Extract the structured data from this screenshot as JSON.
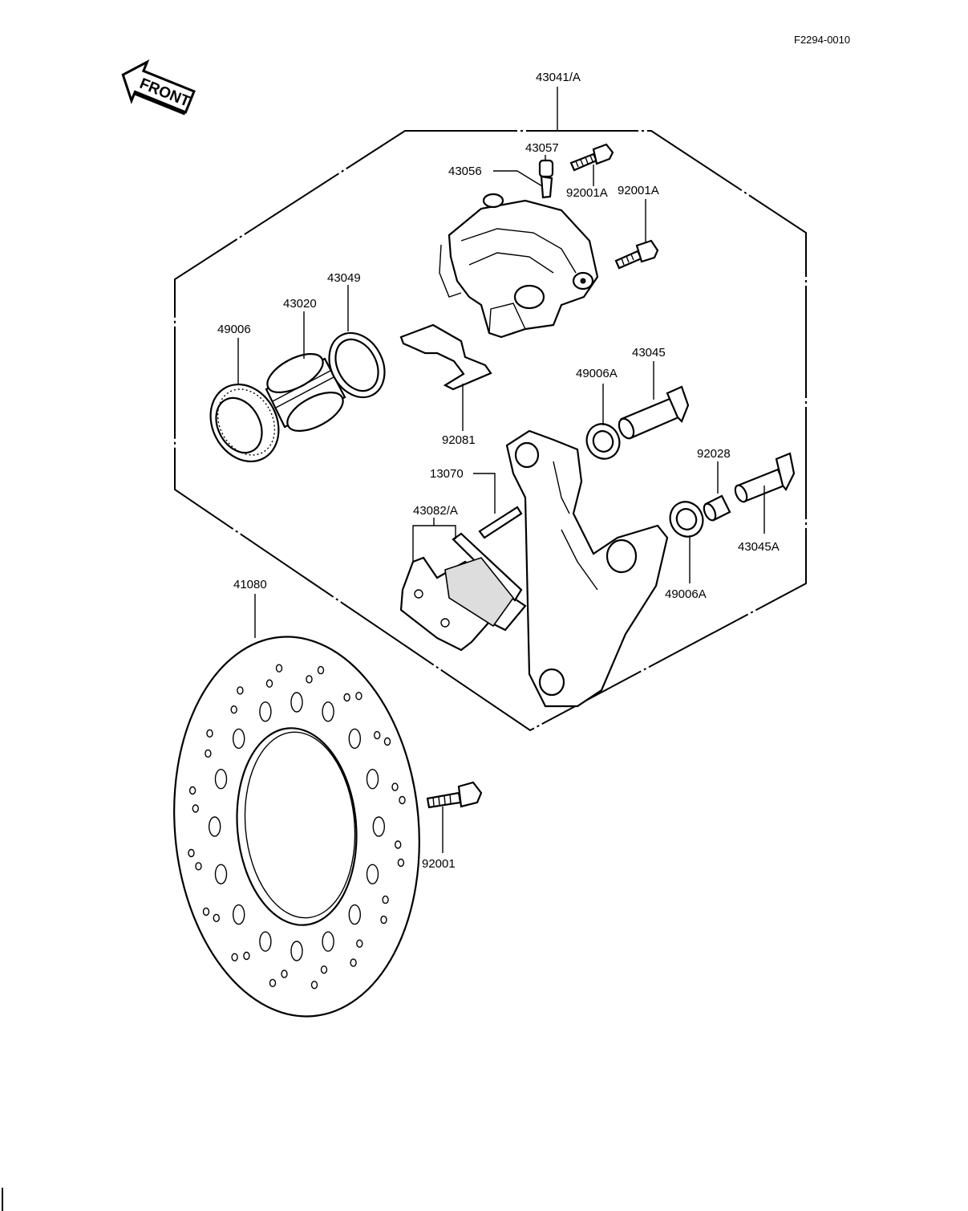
{
  "document": {
    "code": "F2294-0010",
    "front_label": "FRONT"
  },
  "parts": {
    "caliper_assy": "43041/A",
    "bleeder_cap": "43057",
    "bleeder_valve": "43056",
    "bolt_upper": "92001A",
    "bolt_right": "92001A",
    "seal_ring": "43049",
    "piston": "43020",
    "piston_seal": "49006",
    "pad_spring": "92081",
    "pin_holder_boot": "49006A",
    "slide_pin": "43045",
    "sleeve": "92028",
    "pin_lower": "43045A",
    "boot_lower": "49006A",
    "anti_rattle": "13070",
    "brake_pad": "43082/A",
    "disc": "41080",
    "disc_bolt": "92001"
  },
  "icons": {
    "front_arrow": "front-arrow-icon"
  }
}
